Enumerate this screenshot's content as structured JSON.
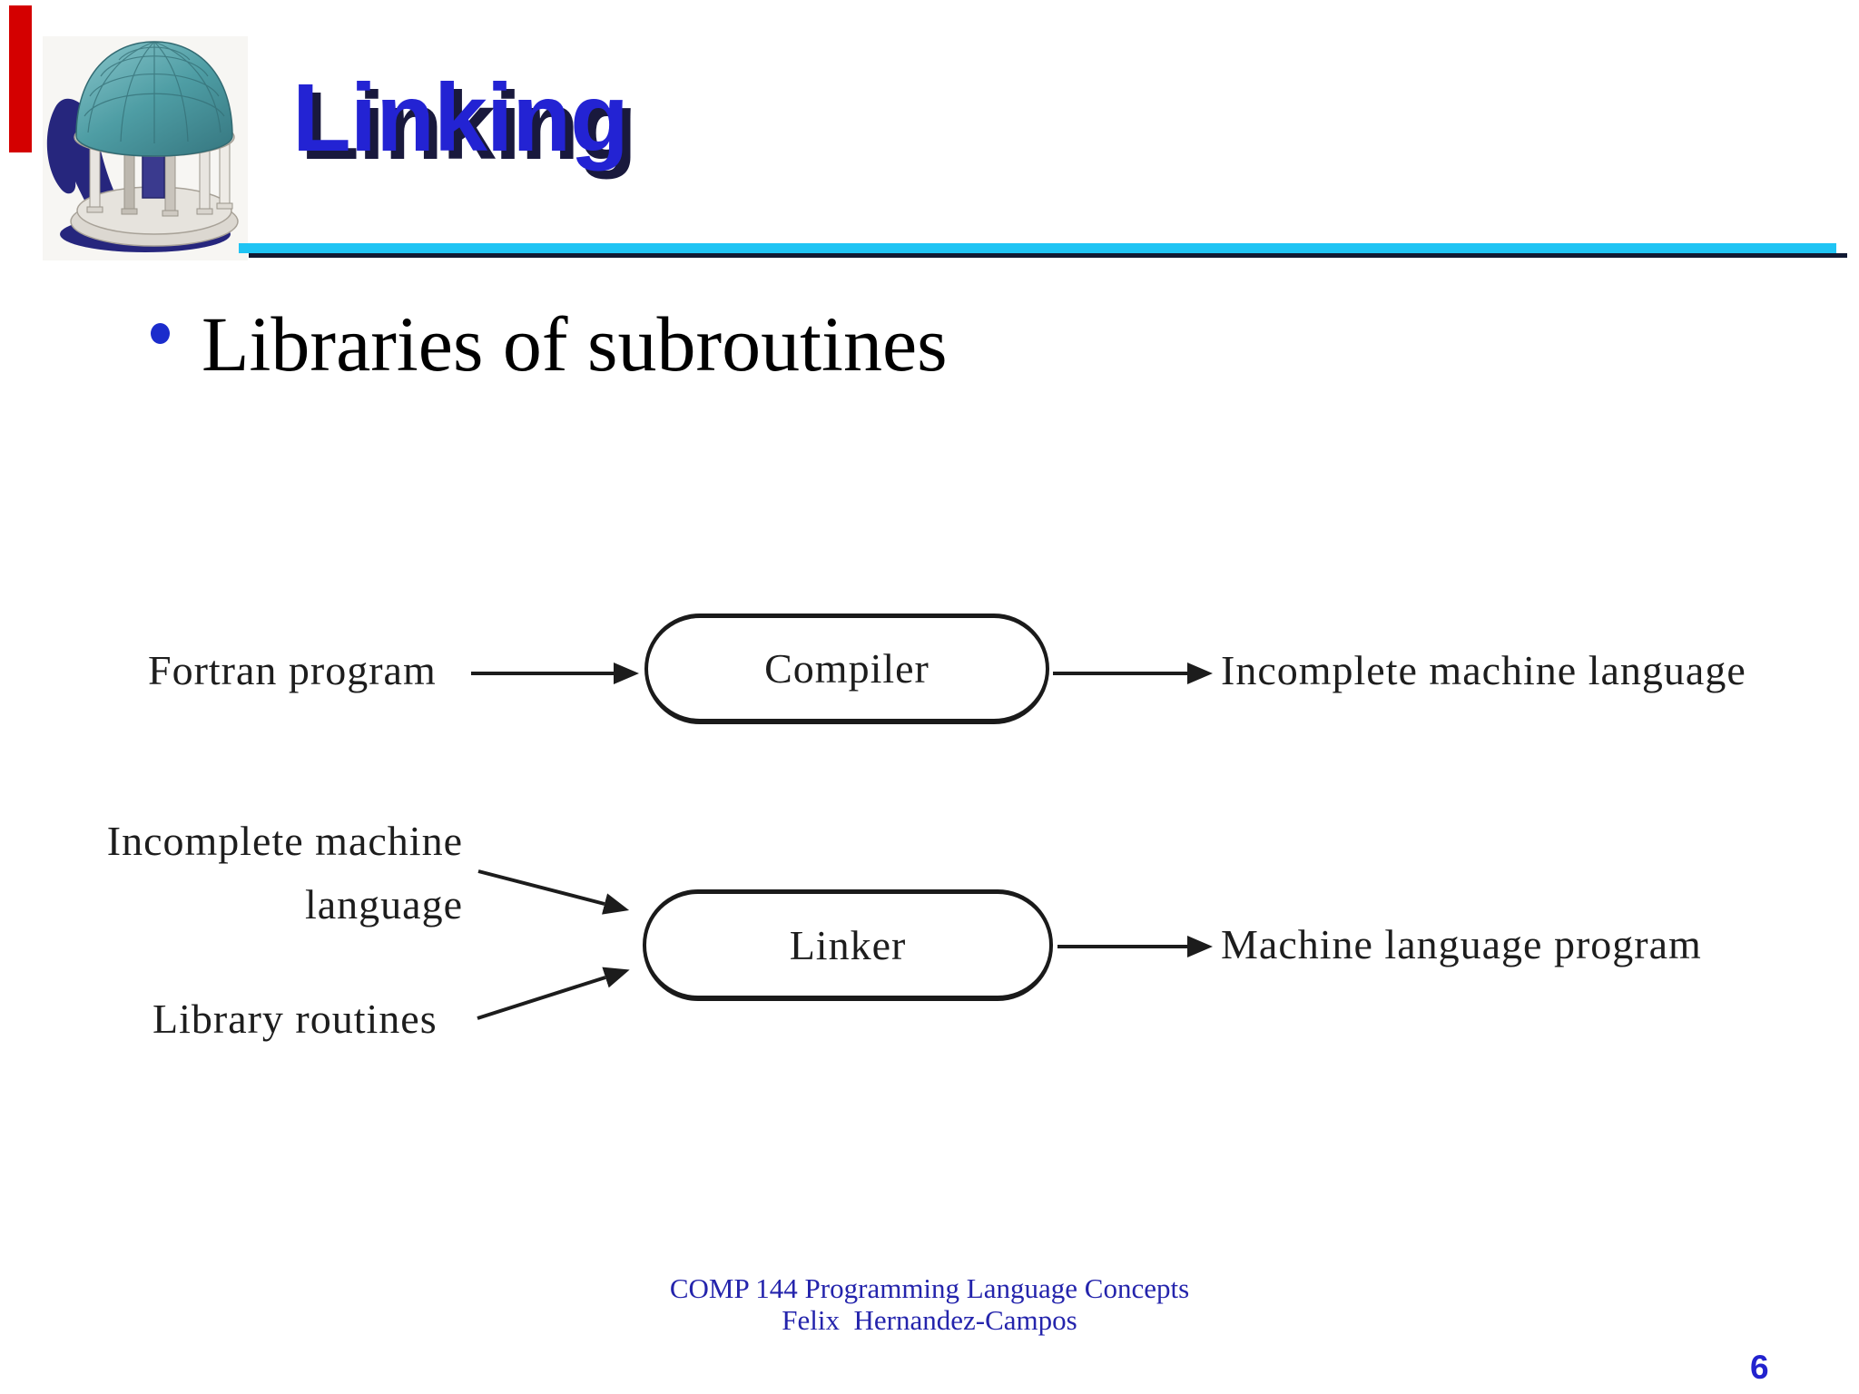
{
  "slide": {
    "title": "Linking",
    "bullet_text": "Libraries of subroutines",
    "footer": {
      "line1": "COMP 144 Programming Language Concepts",
      "line2": "Felix  Hernandez-Campos"
    },
    "page_number": "6"
  },
  "diagram": {
    "row1": {
      "input_label": "Fortran program",
      "process_label": "Compiler",
      "output_label": "Incomplete machine language"
    },
    "row2": {
      "input1_line1": "Incomplete machine",
      "input1_line2": "language",
      "input2_label": "Library routines",
      "process_label": "Linker",
      "output_label": "Machine language program"
    }
  },
  "icons": {
    "logo": "unc-old-well"
  },
  "colors": {
    "accent_red": "#d40000",
    "title_blue": "#2323d3",
    "title_shadow": "#19193d",
    "rule_cyan": "#1fc4f4",
    "rule_shadow": "#121a33",
    "bullet_dot_blue": "#1b2ccc",
    "footer_blue": "#2424ac",
    "page_number_blue": "#2222ce",
    "diagram_ink": "#1c1c1c",
    "dome_teal": "#4e9da4",
    "logo_shadow_navy": "#26267d"
  }
}
